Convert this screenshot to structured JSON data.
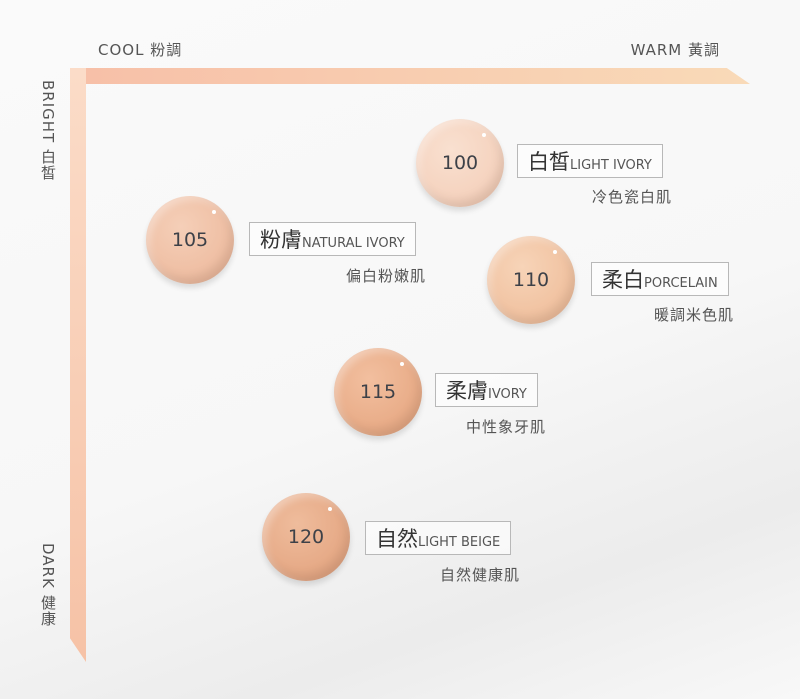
{
  "axes": {
    "cool": "COOL 粉調",
    "warm": "WARM 黃調",
    "bright": "BRIGHT 白皙",
    "dark": "DARK 健康"
  },
  "shades": [
    {
      "code": "100",
      "name_zh": "白皙",
      "name_en": "LIGHT IVORY",
      "desc": "冷色瓷白肌",
      "color": "#f5d3bf"
    },
    {
      "code": "105",
      "name_zh": "粉膚",
      "name_en": "NATURAL IVORY",
      "desc": "偏白粉嫩肌",
      "color": "#efbfa4"
    },
    {
      "code": "110",
      "name_zh": "柔白",
      "name_en": "PORCELAIN",
      "desc": "暖調米色肌",
      "color": "#f1c3a2"
    },
    {
      "code": "115",
      "name_zh": "柔膚",
      "name_en": "IVORY",
      "desc": "中性象牙肌",
      "color": "#e9ad89"
    },
    {
      "code": "120",
      "name_zh": "自然",
      "name_en": "LIGHT BEIGE",
      "desc": "自然健康肌",
      "color": "#e6aa87"
    }
  ]
}
